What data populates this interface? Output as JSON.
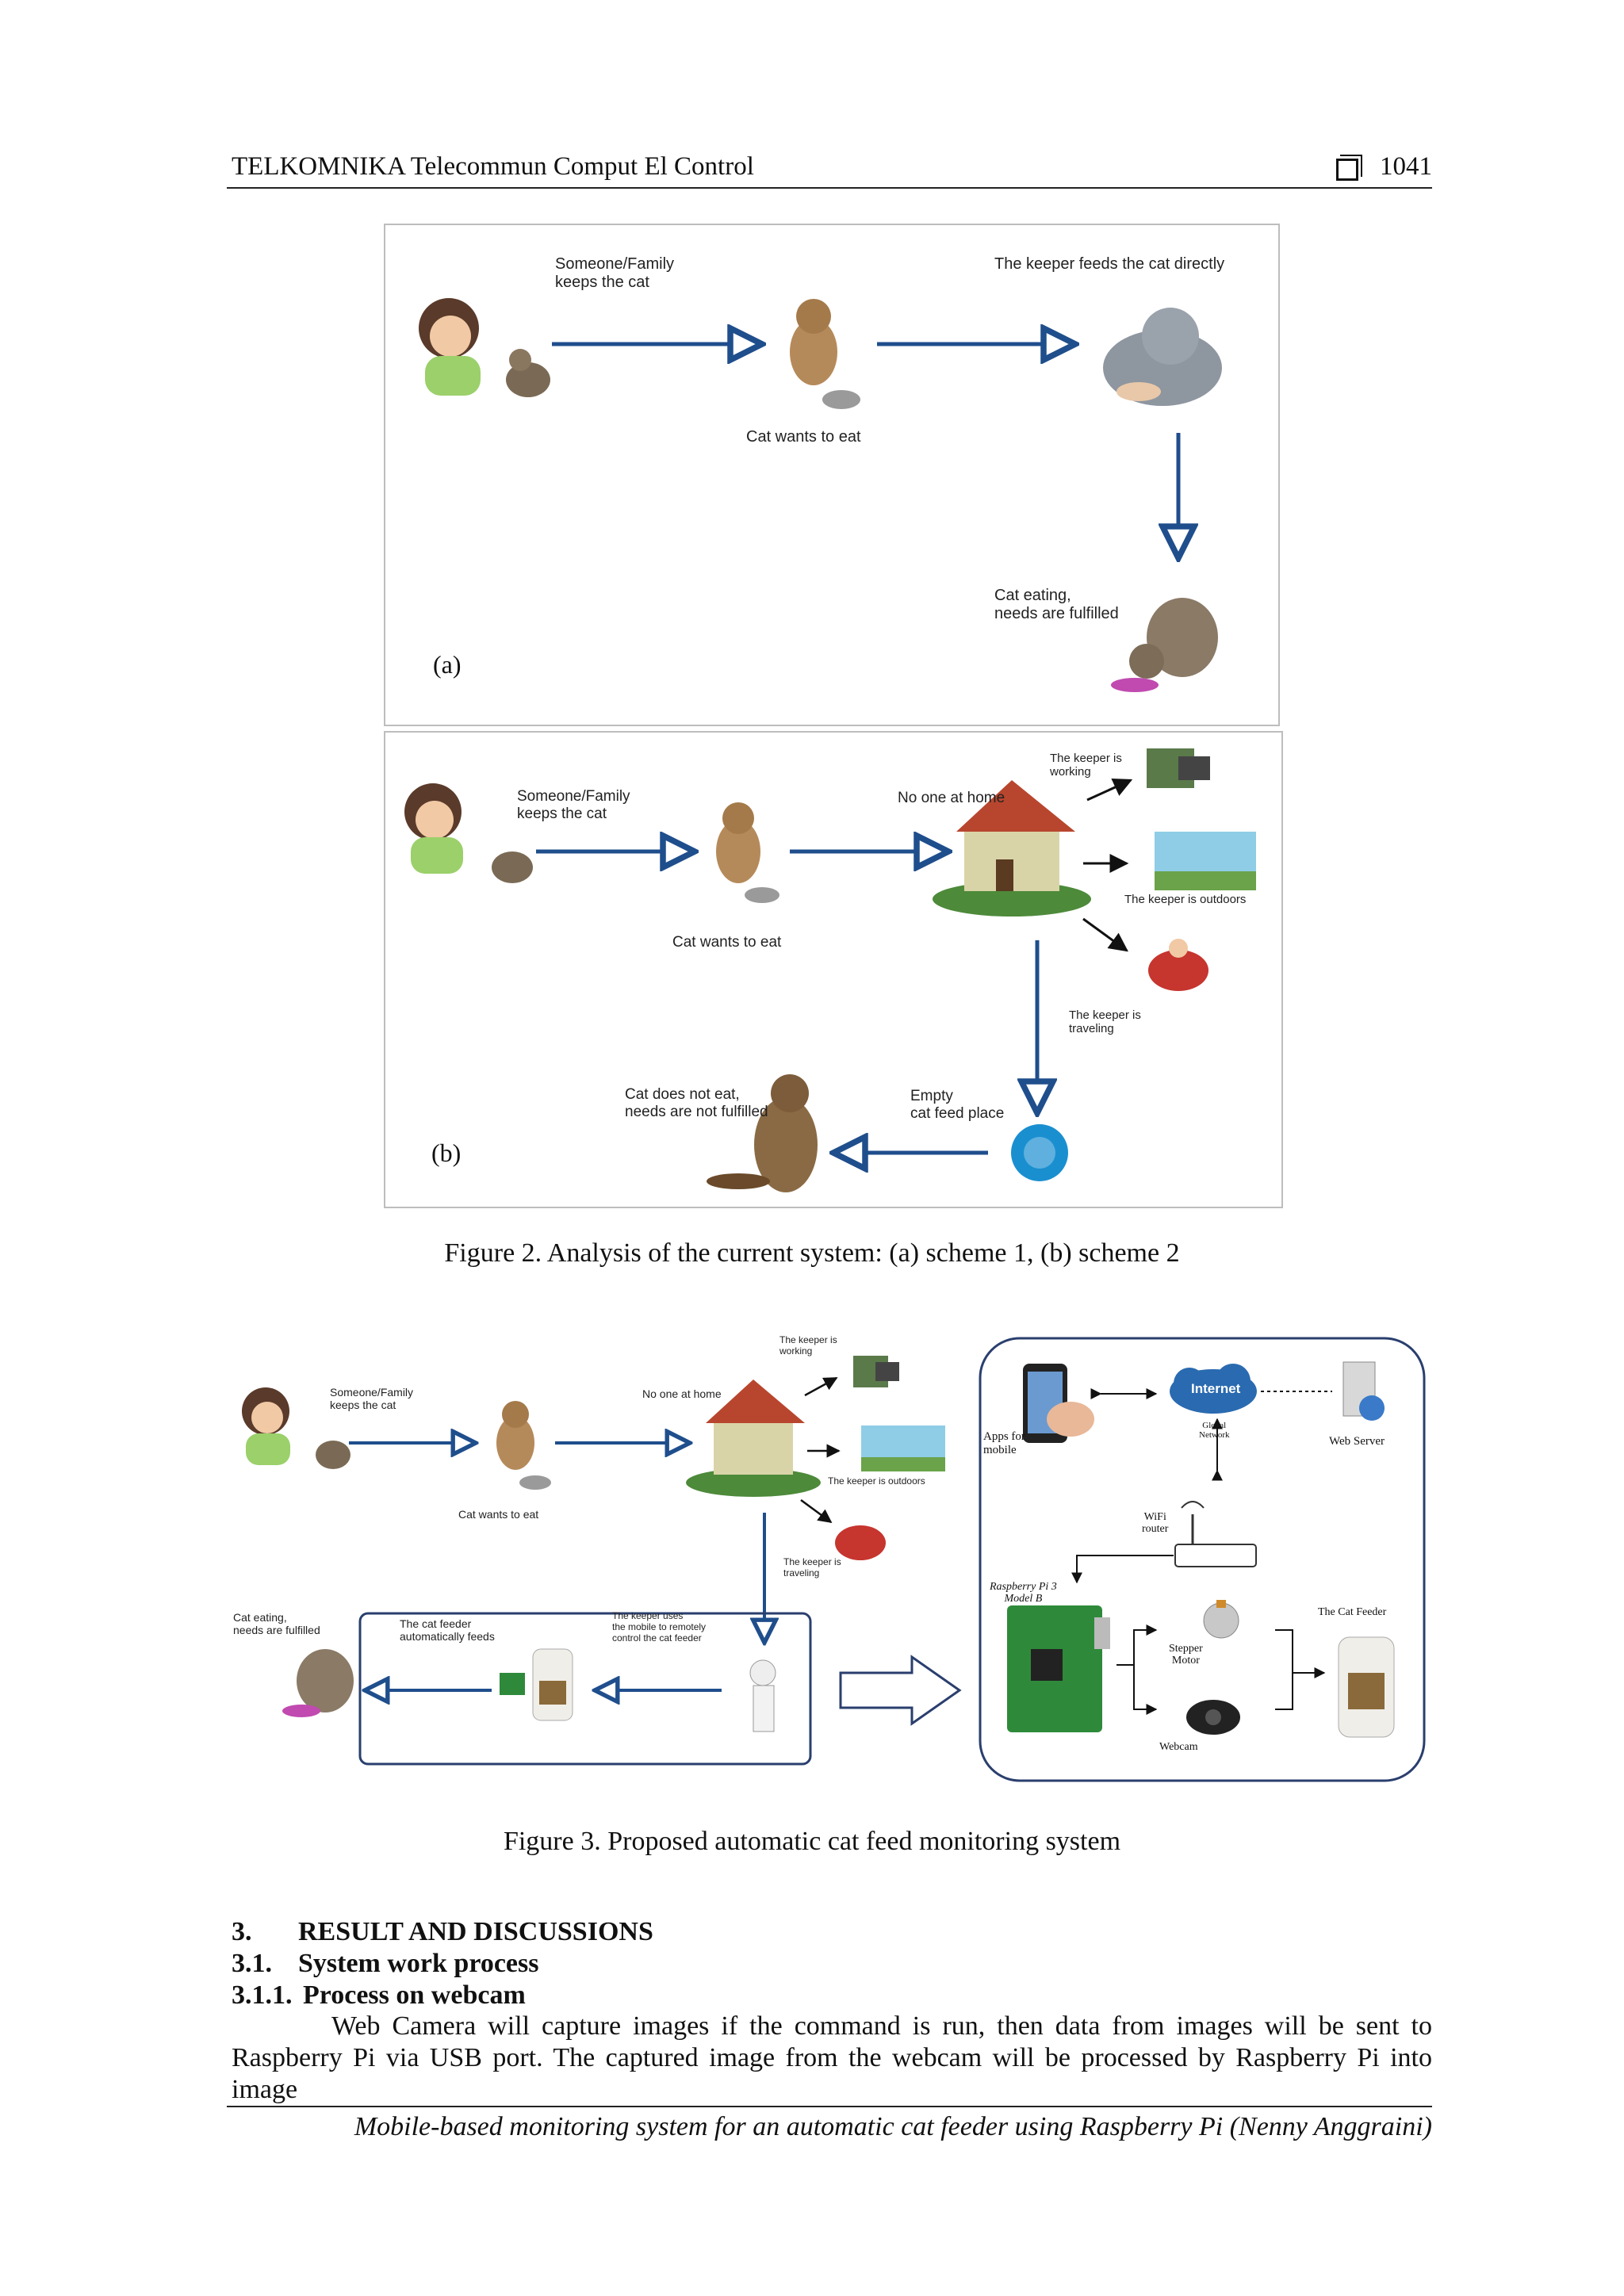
{
  "header": {
    "journal": "TELKOMNIKA Telecommun Comput El Control",
    "page_number": "1041"
  },
  "figure2": {
    "panel_a": {
      "tag": "(a)",
      "keeper_label": "Someone/Family\nkeeps the cat",
      "cat_wants_label": "Cat wants to eat",
      "feeds_label": "The keeper feeds the cat directly",
      "eating_label": "Cat eating,\nneeds are fulfilled"
    },
    "panel_b": {
      "tag": "(b)",
      "keeper_label": "Someone/Family\nkeeps the cat",
      "cat_wants_label": "Cat wants to eat",
      "no_one_label": "No one at home",
      "working_label": "The keeper is\nworking",
      "outdoors_label": "The keeper is outdoors",
      "traveling_label": "The keeper is\ntraveling",
      "empty_label": "Empty\ncat feed place",
      "not_eat_label": "Cat does not eat,\nneeds are not fulfilled"
    },
    "caption": "Figure 2. Analysis of the current system: (a) scheme 1, (b) scheme 2"
  },
  "figure3": {
    "keeper_label": "Someone/Family\nkeeps the cat",
    "cat_wants_label": "Cat wants to eat",
    "no_one_label": "No one at home",
    "working_label": "The keeper is\nworking",
    "outdoors_label": "The keeper is outdoors",
    "traveling_label": "The keeper is\ntraveling",
    "eating_label": "Cat eating,\nneeds are fulfilled",
    "feeder_label": "The cat feeder\nautomatically feeds",
    "uses_mobile_label": "The keeper uses\nthe mobile to remotely\ncontrol the cat feeder",
    "apps_label": "Apps for\nmobile",
    "internet_label": "Internet",
    "global_label": "Global\nNetwork",
    "web_server_label": "Web Server",
    "wifi_label": "WiFi\nrouter",
    "rpi_label": "Raspberry Pi 3\nModel B",
    "stepper_label": "Stepper\nMotor",
    "cat_feeder_label": "The Cat Feeder",
    "webcam_label": "Webcam",
    "caption": "Figure 3. Proposed automatic cat feed monitoring system"
  },
  "sections": {
    "s3": {
      "num": "3.",
      "title": "RESULT AND DISCUSSIONS"
    },
    "s31": {
      "num": "3.1.",
      "title": "System work process"
    },
    "s311": {
      "num": "3.1.1.",
      "title": "Process on webcam"
    }
  },
  "paragraph": "Web Camera will capture images if the command is run, then data from images will be sent to Raspberry Pi via USB port. The captured image from the webcam will be processed by Raspberry Pi into image",
  "footer": "Mobile-based monitoring system for an automatic cat feeder using Raspberry Pi (Nenny Anggraini)",
  "colors": {
    "arrow": "#1f4e8c",
    "panel_border": "#bdbdbd",
    "rounded_border": "#2a3f6e"
  }
}
